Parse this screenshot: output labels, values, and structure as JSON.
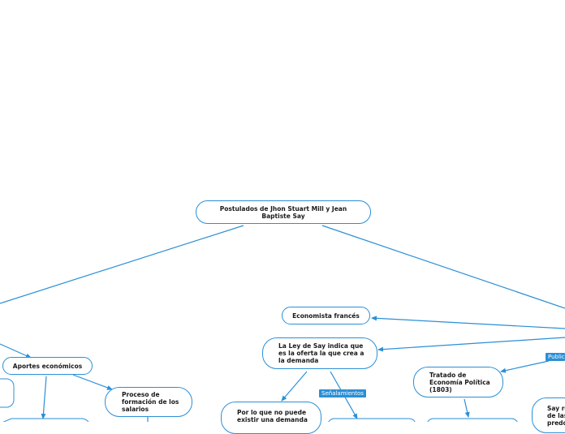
{
  "colors": {
    "accent": "#2b8fd6",
    "background": "#ffffff",
    "text": "#1a1a1a"
  },
  "nodes": {
    "root": "Postulados de Jhon Stuart Mill y Jean\nBaptiste Say",
    "economista": "Economista francés",
    "ley_say": "La Ley de Say indica que\nes la oferta la que crea a\nla demanda",
    "aportes": "Aportes económicos",
    "proceso": "Proceso de\nformación de los\nsalarios",
    "tratado": "Tratado de\nEconomía Política\n(1803)",
    "por_lo_que": "Por lo que no puede\nexistir una demanda",
    "say_partial": "Say re\nde las\npredo"
  },
  "tags": {
    "senalamientos": "Señalamientos",
    "publicaciones": "Publicaci"
  }
}
